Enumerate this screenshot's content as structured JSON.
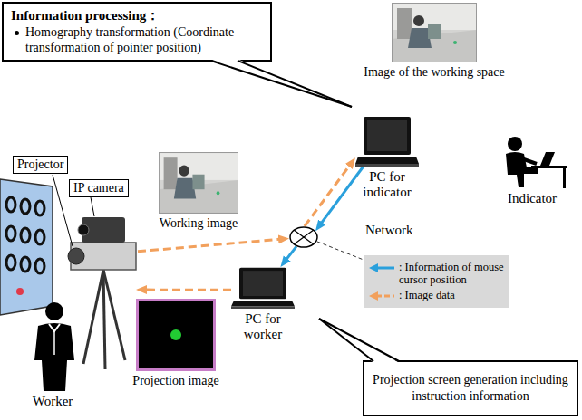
{
  "diagram": {
    "nodes": [
      {
        "text": [
          "Information processing：",
          "Homography transformation (Coordinate transformation of pointer position)"
        ]
      },
      {
        "text": [
          "Image of the working space"
        ]
      },
      {
        "text": [
          "PC for indicator"
        ]
      },
      {
        "text": [
          "Indicator"
        ]
      },
      {
        "text": [
          "Network"
        ]
      },
      {
        "text": [
          "Working image"
        ]
      },
      {
        "text": [
          "IP camera"
        ]
      },
      {
        "text": [
          "Projector"
        ]
      },
      {
        "text": [
          "PC for worker"
        ]
      },
      {
        "text": [
          "Projection image"
        ]
      },
      {
        "text": [
          "Worker"
        ]
      },
      {
        "text": [
          "Projection screen generation including instruction information"
        ]
      }
    ],
    "edges": [
      {
        "from": 6,
        "to": 4,
        "arrow": "to"
      },
      {
        "from": 4,
        "to": 2,
        "arrow": "to"
      },
      {
        "from": 2,
        "to": 4,
        "arrow": "to"
      },
      {
        "from": 4,
        "to": 8,
        "arrow": "to"
      },
      {
        "from": 8,
        "to": 7,
        "arrow": "to"
      }
    ],
    "legend": [
      {
        "text": ": Information of mouse cursor position"
      },
      {
        "text": ": Image data"
      }
    ]
  }
}
